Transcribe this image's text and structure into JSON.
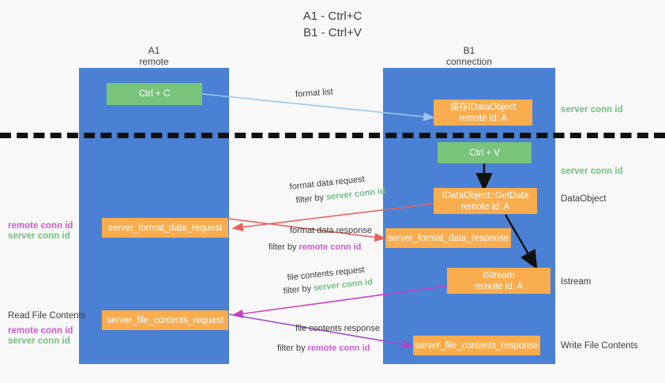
{
  "title": "A1 - Ctrl+C\nB1 - Ctrl+V",
  "colors": {
    "lane": "#4a81d4",
    "green_box": "#78c47a",
    "orange_box": "#f9ad4e",
    "server_conn": "#72c180",
    "remote_conn": "#c95ccc",
    "arrow_blue": "#9fc6ea",
    "arrow_red": "#e8615a",
    "arrow_magenta": "#cc3fc0",
    "arrow_purple": "#a24bc4",
    "arrow_black": "#111111",
    "text": "#3c3c3c"
  },
  "lanes": [
    {
      "id": "a1",
      "name": "A1",
      "sub": "remote"
    },
    {
      "id": "b1",
      "name": "B1",
      "sub": "connection"
    }
  ],
  "nodes": {
    "ctrl_c": {
      "line1": "Ctrl + C",
      "line2": ""
    },
    "save_idataobject": {
      "line1": "保存IDataObject",
      "line2": "remote id: A"
    },
    "ctrl_v": {
      "line1": "Ctrl + V",
      "line2": ""
    },
    "getdata": {
      "line1": "IDataObject::GetData",
      "line2": "remote id: A"
    },
    "server_format_data_request": {
      "line1": "server_format_data_request",
      "line2": ""
    },
    "server_format_data_response": {
      "line1": "server_format_data_response",
      "line2": ""
    },
    "istream": {
      "line1": "IStream",
      "line2": "remote id: A"
    },
    "server_file_contents_request": {
      "line1": "server_file_contents_request",
      "line2": ""
    },
    "server_file_contents_response": {
      "line1": "server_file_contents_response",
      "line2": ""
    }
  },
  "right_labels": {
    "server_conn_id_top": "server conn id",
    "server_conn_id_mid": "server conn id",
    "dataobject": "DataObject",
    "istream": "Istream",
    "write_file_contents": "Write File Contents"
  },
  "left_labels": {
    "remote_conn_id_1": "remote conn id",
    "server_conn_id_1": "server conn id",
    "read_file_contents": "Read File Contents",
    "remote_conn_id_2": "remote conn id",
    "server_conn_id_2": "server conn id"
  },
  "edges": {
    "format_list": "format list",
    "format_data_request": "format data request",
    "format_data_request_filter_prefix": "filter by ",
    "format_data_request_filter_value": "server conn id",
    "format_data_response": "format data response",
    "format_data_response_filter_prefix": "filter by ",
    "format_data_response_filter_value": "remote conn id",
    "file_contents_request": "file contents request",
    "file_contents_request_filter_prefix": "filter by ",
    "file_contents_request_filter_value": "server conn id",
    "file_contents_response": "file contents response",
    "file_contents_response_filter_prefix": "filter by ",
    "file_contents_response_filter_value": "remote conn id"
  }
}
